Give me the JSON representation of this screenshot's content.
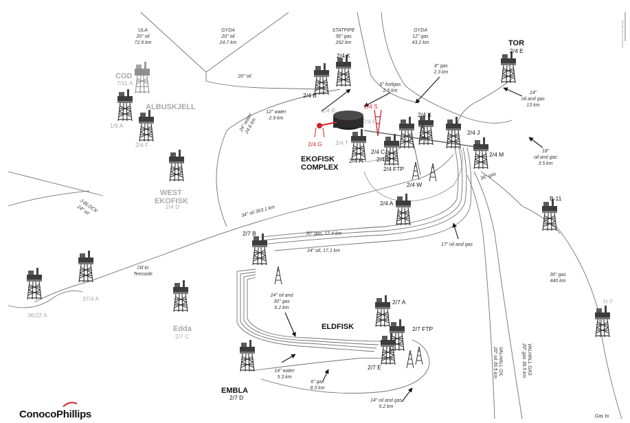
{
  "credit": "Ekofisk Area Overview",
  "logo": {
    "text": "ConocoPhillips",
    "accent": "#d0212d"
  },
  "fields": {
    "tor": "TOR",
    "cod": "COD",
    "albuskjell": "ALBUSKJELL",
    "west": "WEST",
    "ekofisk": "EKOFISK",
    "complex1": "EKOFISK",
    "complex2": "COMPLEX",
    "eldfisk": "ELDFISK",
    "embla": "EMBLA",
    "edda": "Edda"
  },
  "platforms": {
    "tor": "2/4 E",
    "cod": "7/11 A",
    "a16": "1/6 A",
    "af": "2/4 F",
    "wd": "2/4 D",
    "k": "2/4 K",
    "b": "2/4 B",
    "r": "2/4 R",
    "s": "2/4 S",
    "p": "2/4 P",
    "g": "2/4 G",
    "t": "2/4 T",
    "x": "2/4 X",
    "j": "2/4 J",
    "c": "2/4 C",
    "h": "2/4 H",
    "q": "2/4 Q",
    "ftp": "2/4 FTP",
    "m": "2/4 M",
    "w": "2/4 W",
    "a": "2/4 A",
    "b11": "B-11",
    "h7": "H-7",
    "b27": "2/7 B",
    "a27": "2/7 A",
    "ftp27": "2/7 FTP",
    "e27": "2/7 E",
    "d27": "2/7 D",
    "c27": "2/7 C",
    "a374": "37/4 A",
    "a3622": "36/22 A"
  },
  "pipelines": {
    "ula1": "ULA",
    "ula2": "20\" oil",
    "ula3": "72.9 km",
    "gyda1": "GYDA",
    "gyda2": "20\" oil",
    "gyda3": "24.7 km",
    "statp1": "STATPIPE",
    "statp2": "36\" gas",
    "statp3": "202 km",
    "gydar1": "GYDA",
    "gydar2": "12\" gas",
    "gydar3": "43.2 km",
    "oil20": "20\" oil",
    "fuel1": "6\" fuelgas",
    "fuel2": "2.5 km",
    "gas8a": "8\" gas",
    "gas8b": "2.3 km",
    "water12a": "12\" water",
    "water12b": "2.9 km",
    "water24a": "24\" water",
    "water24b": "24.6 km",
    "tor14a": "14\"",
    "tor14b": "oil and gas",
    "tor14c": "13 km",
    "m18a": "18\"",
    "m18b": "oil and gas",
    "m18c": "3.5 km",
    "gas36": "36\" gas",
    "jblock1": "J-BLOCK",
    "jblock2": "24\" oil",
    "oil34": "34\" oil 353.1 km",
    "tees1": "Oil to",
    "tees2": "Teesside",
    "gas30": "30\" gas, 17.4 km",
    "oil24": "24\" oil, 17.1 km",
    "og17": "17\" oil and gas",
    "og24a": "24\" oil and",
    "og24b": "30\" gas",
    "og24c": "6.2 km",
    "em14a": "14\" water",
    "em14b": "5.3 km",
    "gas6a": "6\" gas",
    "gas6b": "8.3 km",
    "og14a": "14\" oil and gas",
    "og14b": "5.2 km",
    "valhall1": "VALHALL OIL",
    "valhall2": "20\" oil 39.5 km",
    "valhall3": "VALHALL GAS",
    "valhall4": "20\" gas 38.5 km",
    "gas440a": "36\" gas",
    "gas440b": "440 km",
    "gasto": "Gas to"
  },
  "colors": {
    "ink": "#111111",
    "grey": "#a9a9a9",
    "accent": "#d0212d",
    "pipe": "#6f6f6f"
  }
}
